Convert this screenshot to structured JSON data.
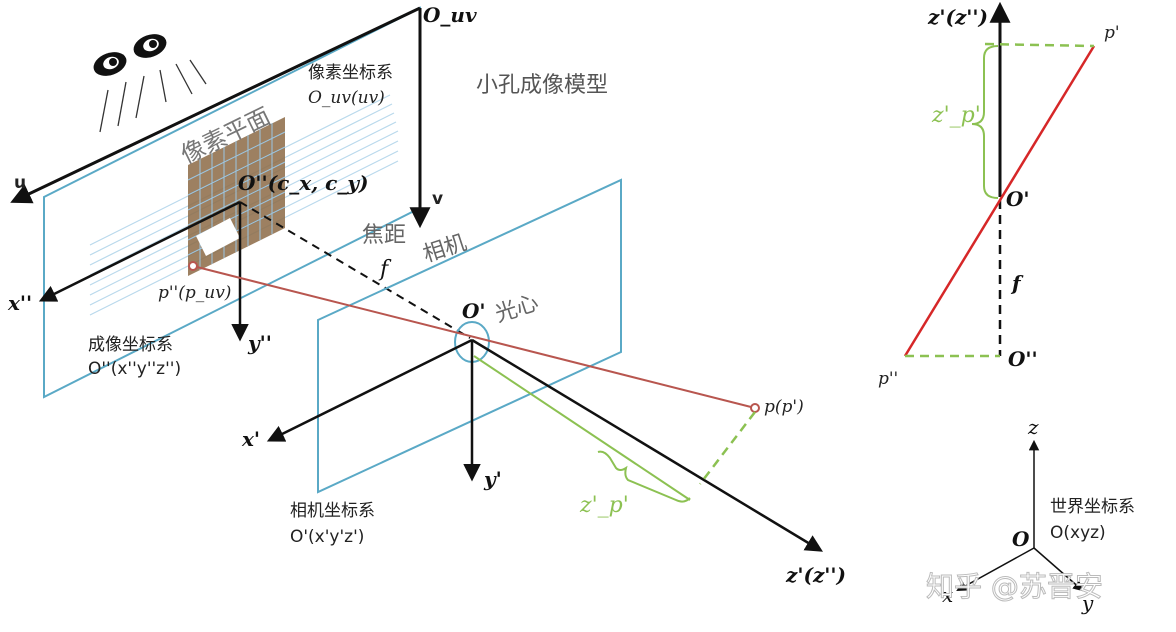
{
  "title": "小孔成像模型",
  "pixel_plane": {
    "label": "像素平面",
    "coord_title": "像素坐标系",
    "coord_sub": "O_uv(uv)",
    "origin": "O_uv",
    "axis_u": "u",
    "axis_v": "v",
    "center": "O''(c_x, c_y)"
  },
  "image_coord": {
    "title": "成像坐标系",
    "sub": "O''(x''y''z'')",
    "axis_x": "x''",
    "axis_y": "y''",
    "point": "p''(p_uv)"
  },
  "focal": {
    "label": "焦距",
    "symbol": "f"
  },
  "camera_plane": {
    "label": "相机"
  },
  "optical_center": {
    "origin": "O'",
    "label": "光心"
  },
  "camera_coord": {
    "title": "相机坐标系",
    "sub": "O'(x'y'z')",
    "axis_x": "x'",
    "axis_y": "y'",
    "axis_z": "z'(z'')",
    "point": "p(p')",
    "depth": "z'_p'"
  },
  "side_view": {
    "axis": "z'(z'')",
    "p_top": "p'",
    "depth": "z'_p'",
    "origin_top": "O'",
    "focal": "f",
    "origin_bottom": "O''",
    "p_bottom": "p''"
  },
  "world_coord": {
    "title": "世界坐标系",
    "sub": "O(xyz)",
    "origin": "O",
    "axis_x": "x",
    "axis_y": "y",
    "axis_z": "z"
  },
  "watermark": "知乎 @苏晋安",
  "colors": {
    "plane_border": "#5aa9c6",
    "ray": "#b8564f",
    "side_ray": "#d62728",
    "green": "#8cc152",
    "grid_fill": "#8c6a45",
    "grid_line": "#9cc6e2"
  }
}
